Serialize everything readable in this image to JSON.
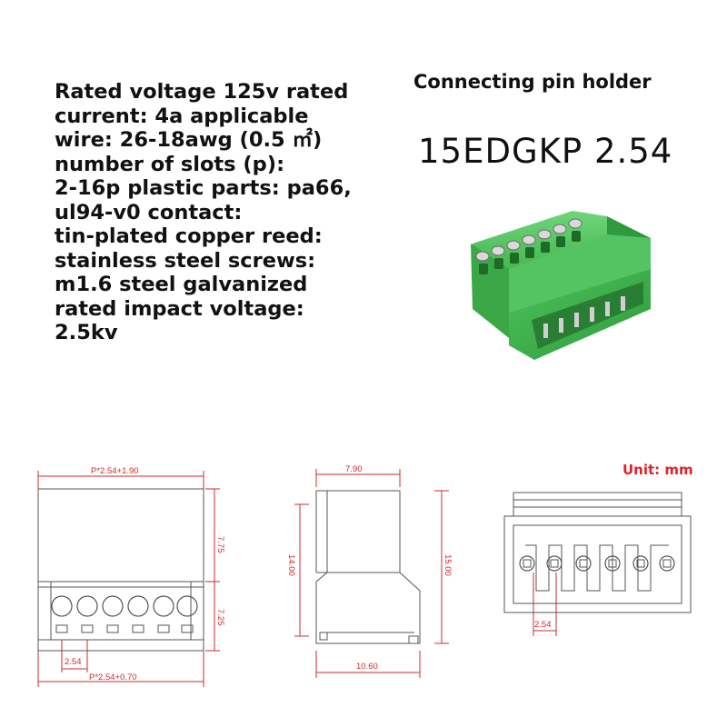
{
  "specs": {
    "lines": [
      "Rated voltage 125v rated",
      "current: 4a applicable",
      "wire: 26-18awg (0.5 ㎡)",
      "number of slots (p):",
      "2-16p plastic parts: pa66,",
      "ul94-v0 contact:",
      "tin-plated copper reed:",
      "stainless steel screws:",
      "m1.6 steel galvanized",
      "rated impact voltage:",
      "2.5kv"
    ]
  },
  "product": {
    "title": "Connecting pin holder",
    "model": "15EDGKP 2.54",
    "color": "#4cbf58"
  },
  "drawing": {
    "unit_label": "Unit: mm",
    "front": {
      "top_width": "P*2.54+1.90",
      "upper_height": "7.75",
      "lower_height": "7.25",
      "pitch": "2.54",
      "bottom_width": "P*2.54+0.70"
    },
    "side": {
      "top_width": "7.90",
      "left_height": "14.00",
      "right_height": "15.00",
      "bottom_width": "10.60"
    },
    "back": {
      "pitch": "2.54"
    },
    "dim_color": "#cc2b2b"
  }
}
